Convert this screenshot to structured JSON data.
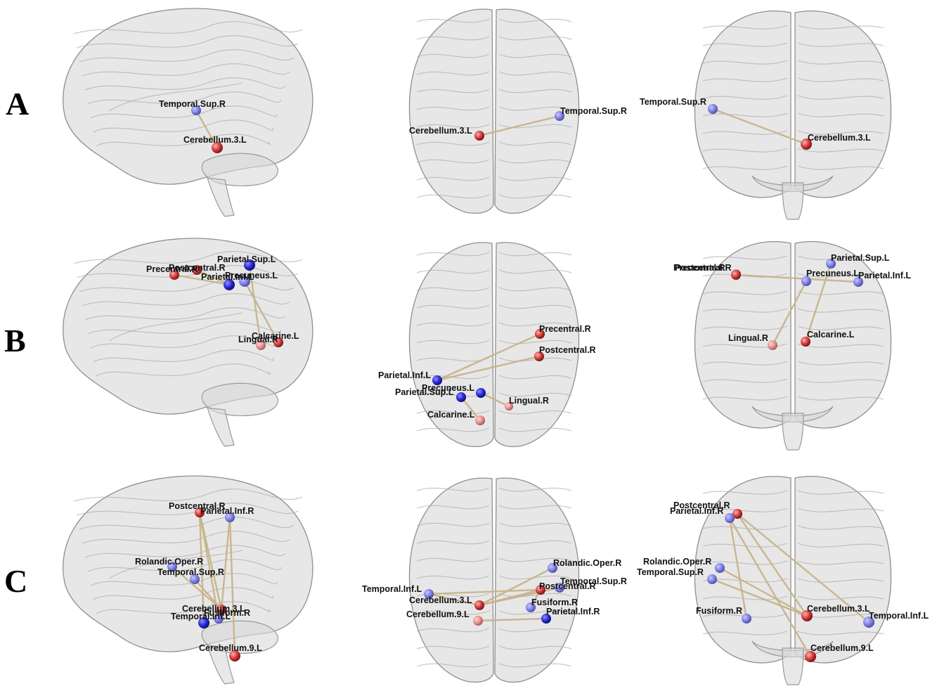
{
  "rows": [
    {
      "label": "A",
      "views": [
        {
          "nodes": [
            {
              "name": "Temporal.Sup.R",
              "type": "blue"
            },
            {
              "name": "Cerebellum.3.L",
              "type": "red"
            }
          ],
          "edges": [
            [
              0,
              1
            ]
          ]
        },
        {
          "nodes": [
            {
              "name": "Temporal.Sup.R",
              "type": "blue"
            },
            {
              "name": "Cerebellum.3.L",
              "type": "red"
            }
          ],
          "edges": [
            [
              0,
              1
            ]
          ]
        },
        {
          "nodes": [
            {
              "name": "Temporal.Sup.R",
              "type": "blue"
            },
            {
              "name": "Cerebellum.3.L",
              "type": "red"
            }
          ],
          "edges": [
            [
              0,
              1
            ]
          ]
        }
      ]
    },
    {
      "label": "B",
      "views": [
        {
          "nodes": [
            {
              "name": "Precentral.R",
              "type": "red"
            },
            {
              "name": "Postcentral.R",
              "type": "red"
            },
            {
              "name": "Parietal.Sup.L",
              "type": "blue"
            },
            {
              "name": "Parietal.Inf.L",
              "type": "blue"
            },
            {
              "name": "Precuneus.L",
              "type": "blue"
            },
            {
              "name": "Lingual.R",
              "type": "red"
            },
            {
              "name": "Calcarine.L",
              "type": "red"
            }
          ],
          "edges": [
            [
              0,
              3
            ],
            [
              1,
              3
            ],
            [
              4,
              6
            ],
            [
              2,
              5
            ]
          ]
        },
        {
          "nodes": [
            {
              "name": "Precentral.R",
              "type": "red"
            },
            {
              "name": "Postcentral.R",
              "type": "red"
            },
            {
              "name": "Parietal.Inf.L",
              "type": "blue"
            },
            {
              "name": "Precuneus.L",
              "type": "blue"
            },
            {
              "name": "Parietal.Sup.L",
              "type": "blue"
            },
            {
              "name": "Lingual.R",
              "type": "red"
            },
            {
              "name": "Calcarine.L",
              "type": "red"
            }
          ],
          "edges": [
            [
              0,
              2
            ],
            [
              1,
              2
            ],
            [
              3,
              5
            ],
            [
              4,
              6
            ]
          ]
        },
        {
          "nodes": [
            {
              "name": "Precentral.R",
              "type": "red"
            },
            {
              "name": "Postcentral.R",
              "type": "red"
            },
            {
              "name": "Parietal.Sup.L",
              "type": "blue"
            },
            {
              "name": "Precuneus.L",
              "type": "blue"
            },
            {
              "name": "Parietal.Inf.L",
              "type": "blue"
            },
            {
              "name": "Lingual.R",
              "type": "red"
            },
            {
              "name": "Calcarine.L",
              "type": "red"
            }
          ],
          "edges": [
            [
              1,
              4
            ],
            [
              3,
              5
            ],
            [
              2,
              6
            ]
          ]
        }
      ]
    },
    {
      "label": "C",
      "views": [
        {
          "nodes": [
            {
              "name": "Postcentral.R",
              "type": "red"
            },
            {
              "name": "Parietal.Inf.R",
              "type": "blue"
            },
            {
              "name": "Rolandic.Oper.R",
              "type": "blue"
            },
            {
              "name": "Temporal.Sup.R",
              "type": "blue"
            },
            {
              "name": "Cerebellum.3.L",
              "type": "red"
            },
            {
              "name": "Fusiform.R",
              "type": "blue"
            },
            {
              "name": "Temporal.Inf.L",
              "type": "blue"
            },
            {
              "name": "Cerebellum.9.L",
              "type": "red"
            }
          ],
          "edges": [
            [
              0,
              4
            ],
            [
              0,
              6
            ],
            [
              1,
              7
            ],
            [
              2,
              4
            ],
            [
              3,
              4
            ],
            [
              0,
              5
            ],
            [
              1,
              4
            ]
          ]
        },
        {
          "nodes": [
            {
              "name": "Rolandic.Oper.R",
              "type": "blue"
            },
            {
              "name": "Postcentral.R",
              "type": "red"
            },
            {
              "name": "Temporal.Sup.R",
              "type": "blue"
            },
            {
              "name": "Temporal.Inf.L",
              "type": "blue"
            },
            {
              "name": "Cerebellum.3.L",
              "type": "red"
            },
            {
              "name": "Fusiform.R",
              "type": "blue"
            },
            {
              "name": "Cerebellum.9.L",
              "type": "red"
            },
            {
              "name": "Parietal.Inf.R",
              "type": "blue"
            }
          ],
          "edges": [
            [
              0,
              4
            ],
            [
              1,
              3
            ],
            [
              2,
              4
            ],
            [
              1,
              4
            ],
            [
              3,
              4
            ],
            [
              6,
              7
            ],
            [
              1,
              5
            ]
          ]
        },
        {
          "nodes": [
            {
              "name": "Postcentral.R",
              "type": "red"
            },
            {
              "name": "Parietal.Inf.R",
              "type": "blue"
            },
            {
              "name": "Rolandic.Oper.R",
              "type": "blue"
            },
            {
              "name": "Temporal.Sup.R",
              "type": "blue"
            },
            {
              "name": "Fusiform.R",
              "type": "blue"
            },
            {
              "name": "Cerebellum.3.L",
              "type": "red"
            },
            {
              "name": "Temporal.Inf.L",
              "type": "blue"
            },
            {
              "name": "Cerebellum.9.L",
              "type": "red"
            }
          ],
          "edges": [
            [
              0,
              6
            ],
            [
              1,
              4
            ],
            [
              1,
              7
            ],
            [
              2,
              5
            ],
            [
              3,
              5
            ],
            [
              0,
              5
            ]
          ]
        }
      ]
    }
  ],
  "colors": {
    "blue_node": "#2a2ad8",
    "red_node": "#d23a3a",
    "edge": "#c8b48a",
    "brain": "#d4d4d4"
  }
}
